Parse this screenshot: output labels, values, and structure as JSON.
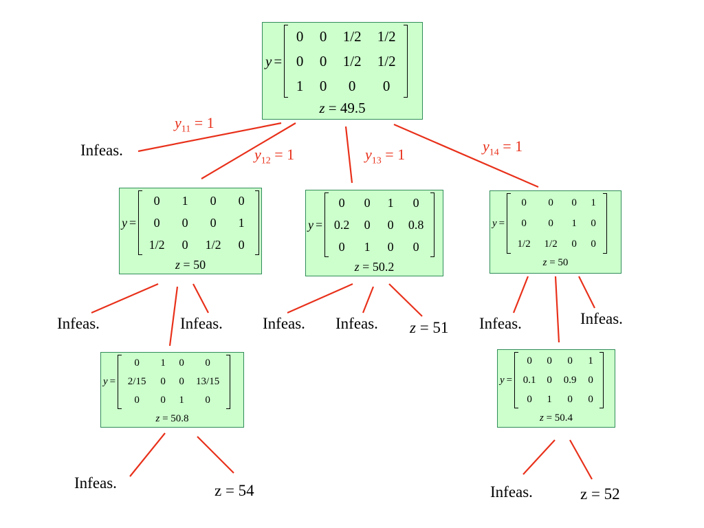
{
  "nodes": {
    "root": {
      "y_label": "y",
      "eq": "=",
      "matrix": [
        [
          "0",
          "0",
          "1/2",
          "1/2"
        ],
        [
          "0",
          "0",
          "1/2",
          "1/2"
        ],
        [
          "1",
          "0",
          "0",
          "0"
        ]
      ],
      "z_label": "z",
      "z_eq": "=",
      "z_value": "49.5"
    },
    "y12": {
      "y_label": "y",
      "eq": "=",
      "matrix": [
        [
          "0",
          "1",
          "0",
          "0"
        ],
        [
          "0",
          "0",
          "0",
          "1"
        ],
        [
          "1/2",
          "0",
          "1/2",
          "0"
        ]
      ],
      "z_label": "z",
      "z_eq": "=",
      "z_value": "50"
    },
    "y13": {
      "y_label": "y",
      "eq": "=",
      "matrix": [
        [
          "0",
          "0",
          "1",
          "0"
        ],
        [
          "0.2",
          "0",
          "0",
          "0.8"
        ],
        [
          "0",
          "1",
          "0",
          "0"
        ]
      ],
      "z_label": "z",
      "z_eq": "=",
      "z_value": "50.2"
    },
    "y14": {
      "y_label": "y",
      "eq": "=",
      "matrix": [
        [
          "0",
          "0",
          "0",
          "1"
        ],
        [
          "0",
          "0",
          "1",
          "0"
        ],
        [
          "1/2",
          "1/2",
          "0",
          "0"
        ]
      ],
      "z_label": "z",
      "z_eq": "=",
      "z_value": "50"
    },
    "y12_child": {
      "y_label": "y",
      "eq": "=",
      "matrix": [
        [
          "0",
          "1",
          "0",
          "0"
        ],
        [
          "2/15",
          "0",
          "0",
          "13/15"
        ],
        [
          "0",
          "0",
          "1",
          "0"
        ]
      ],
      "z_label": "z",
      "z_eq": "=",
      "z_value": "50.8"
    },
    "y14_child": {
      "y_label": "y",
      "eq": "=",
      "matrix": [
        [
          "0",
          "0",
          "0",
          "1"
        ],
        [
          "0.1",
          "0",
          "0.9",
          "0"
        ],
        [
          "0",
          "1",
          "0",
          "0"
        ]
      ],
      "z_label": "z",
      "z_eq": "=",
      "z_value": "50.4"
    }
  },
  "branch_labels": [
    {
      "var": "y",
      "sub": "11",
      "eq": "= 1"
    },
    {
      "var": "y",
      "sub": "12",
      "eq": "= 1"
    },
    {
      "var": "y",
      "sub": "13",
      "eq": "= 1"
    },
    {
      "var": "y",
      "sub": "14",
      "eq": "= 1"
    }
  ],
  "leaves": {
    "root_infeas": "Infeas.",
    "y12_infeas_left": "Infeas.",
    "y12_infeas_right": "Infeas.",
    "y13_infeas_left": "Infeas.",
    "y13_infeas_mid": "Infeas.",
    "y13_z_label": "z",
    "y13_z_value": "= 51",
    "y14_infeas_left": "Infeas.",
    "y14_infeas_right": "Infeas.",
    "y12_child_infeas": "Infeas.",
    "y12_child_z": "z = 54",
    "y14_child_infeas": "Infeas.",
    "y14_child_z": "z = 52"
  },
  "colors": {
    "node_fill": "#ccffcc",
    "node_border": "#2e8b57",
    "edge": "#e8301a",
    "branch_label": "#e8301a"
  }
}
